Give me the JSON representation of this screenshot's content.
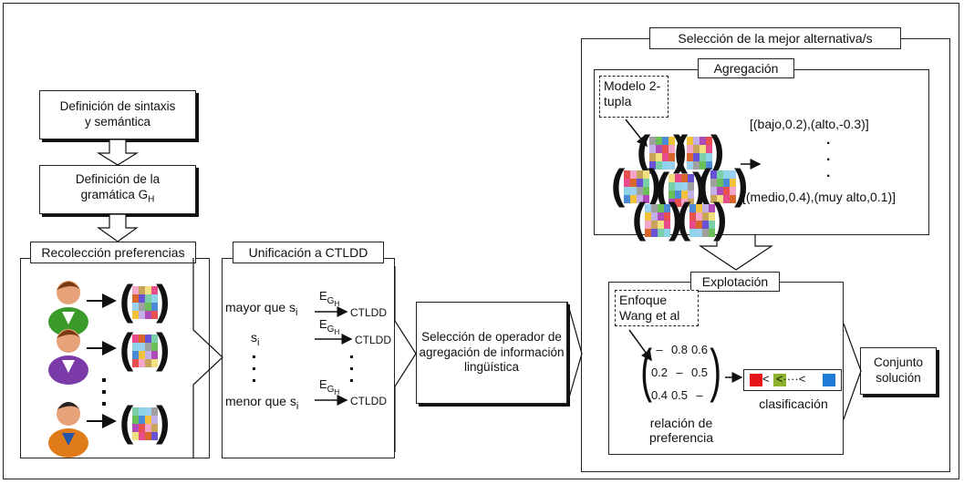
{
  "boxes": {
    "syntax": "Definición de sintaxis y semántica",
    "grammar_prefix": "Definición de la gramática G",
    "grammar_sub": "H",
    "selection_operator": "Selección de operador de agregación de información lingüística",
    "solution": "Conjunto solución"
  },
  "panels": {
    "preferences": "Recolección preferencias",
    "unification": "Unificación a CTLDD",
    "best": "Selección de la mejor alternativa/s",
    "aggregation": "Agregación",
    "exploitation": "Explotación"
  },
  "unification": {
    "mayor": "mayor que s",
    "mayor_sub": "i",
    "si": "s",
    "si_sub": "i",
    "menor": "menor que s",
    "menor_sub": "i",
    "eg": "E",
    "eg_sub": "G",
    "eg_subsub": "H",
    "ctldd": "CTLDD"
  },
  "aggregation": {
    "model": "Modelo 2-tupla",
    "first": "[(bajo,0.2),(alto,-0.3)]",
    "dot": ".",
    "last": "[(medio,0.4),(muy alto,0.1)]"
  },
  "exploitation": {
    "approach": "Enfoque Wang et al",
    "matrix": [
      "–",
      "0.8",
      "0.6",
      "0.2",
      "–",
      "0.5",
      "0.4",
      "0.5",
      "–"
    ],
    "relation_caption": "relación de preferencia",
    "ranking_caption": "clasificación",
    "ranking_symbols": "<  <····<"
  },
  "colors": {
    "red": "#e8141c",
    "green": "#8db32e",
    "blue": "#1f7bd6",
    "user_green": "#3a9a2a",
    "user_purple": "#7a3ba8",
    "user_orange": "#e07b1a"
  }
}
